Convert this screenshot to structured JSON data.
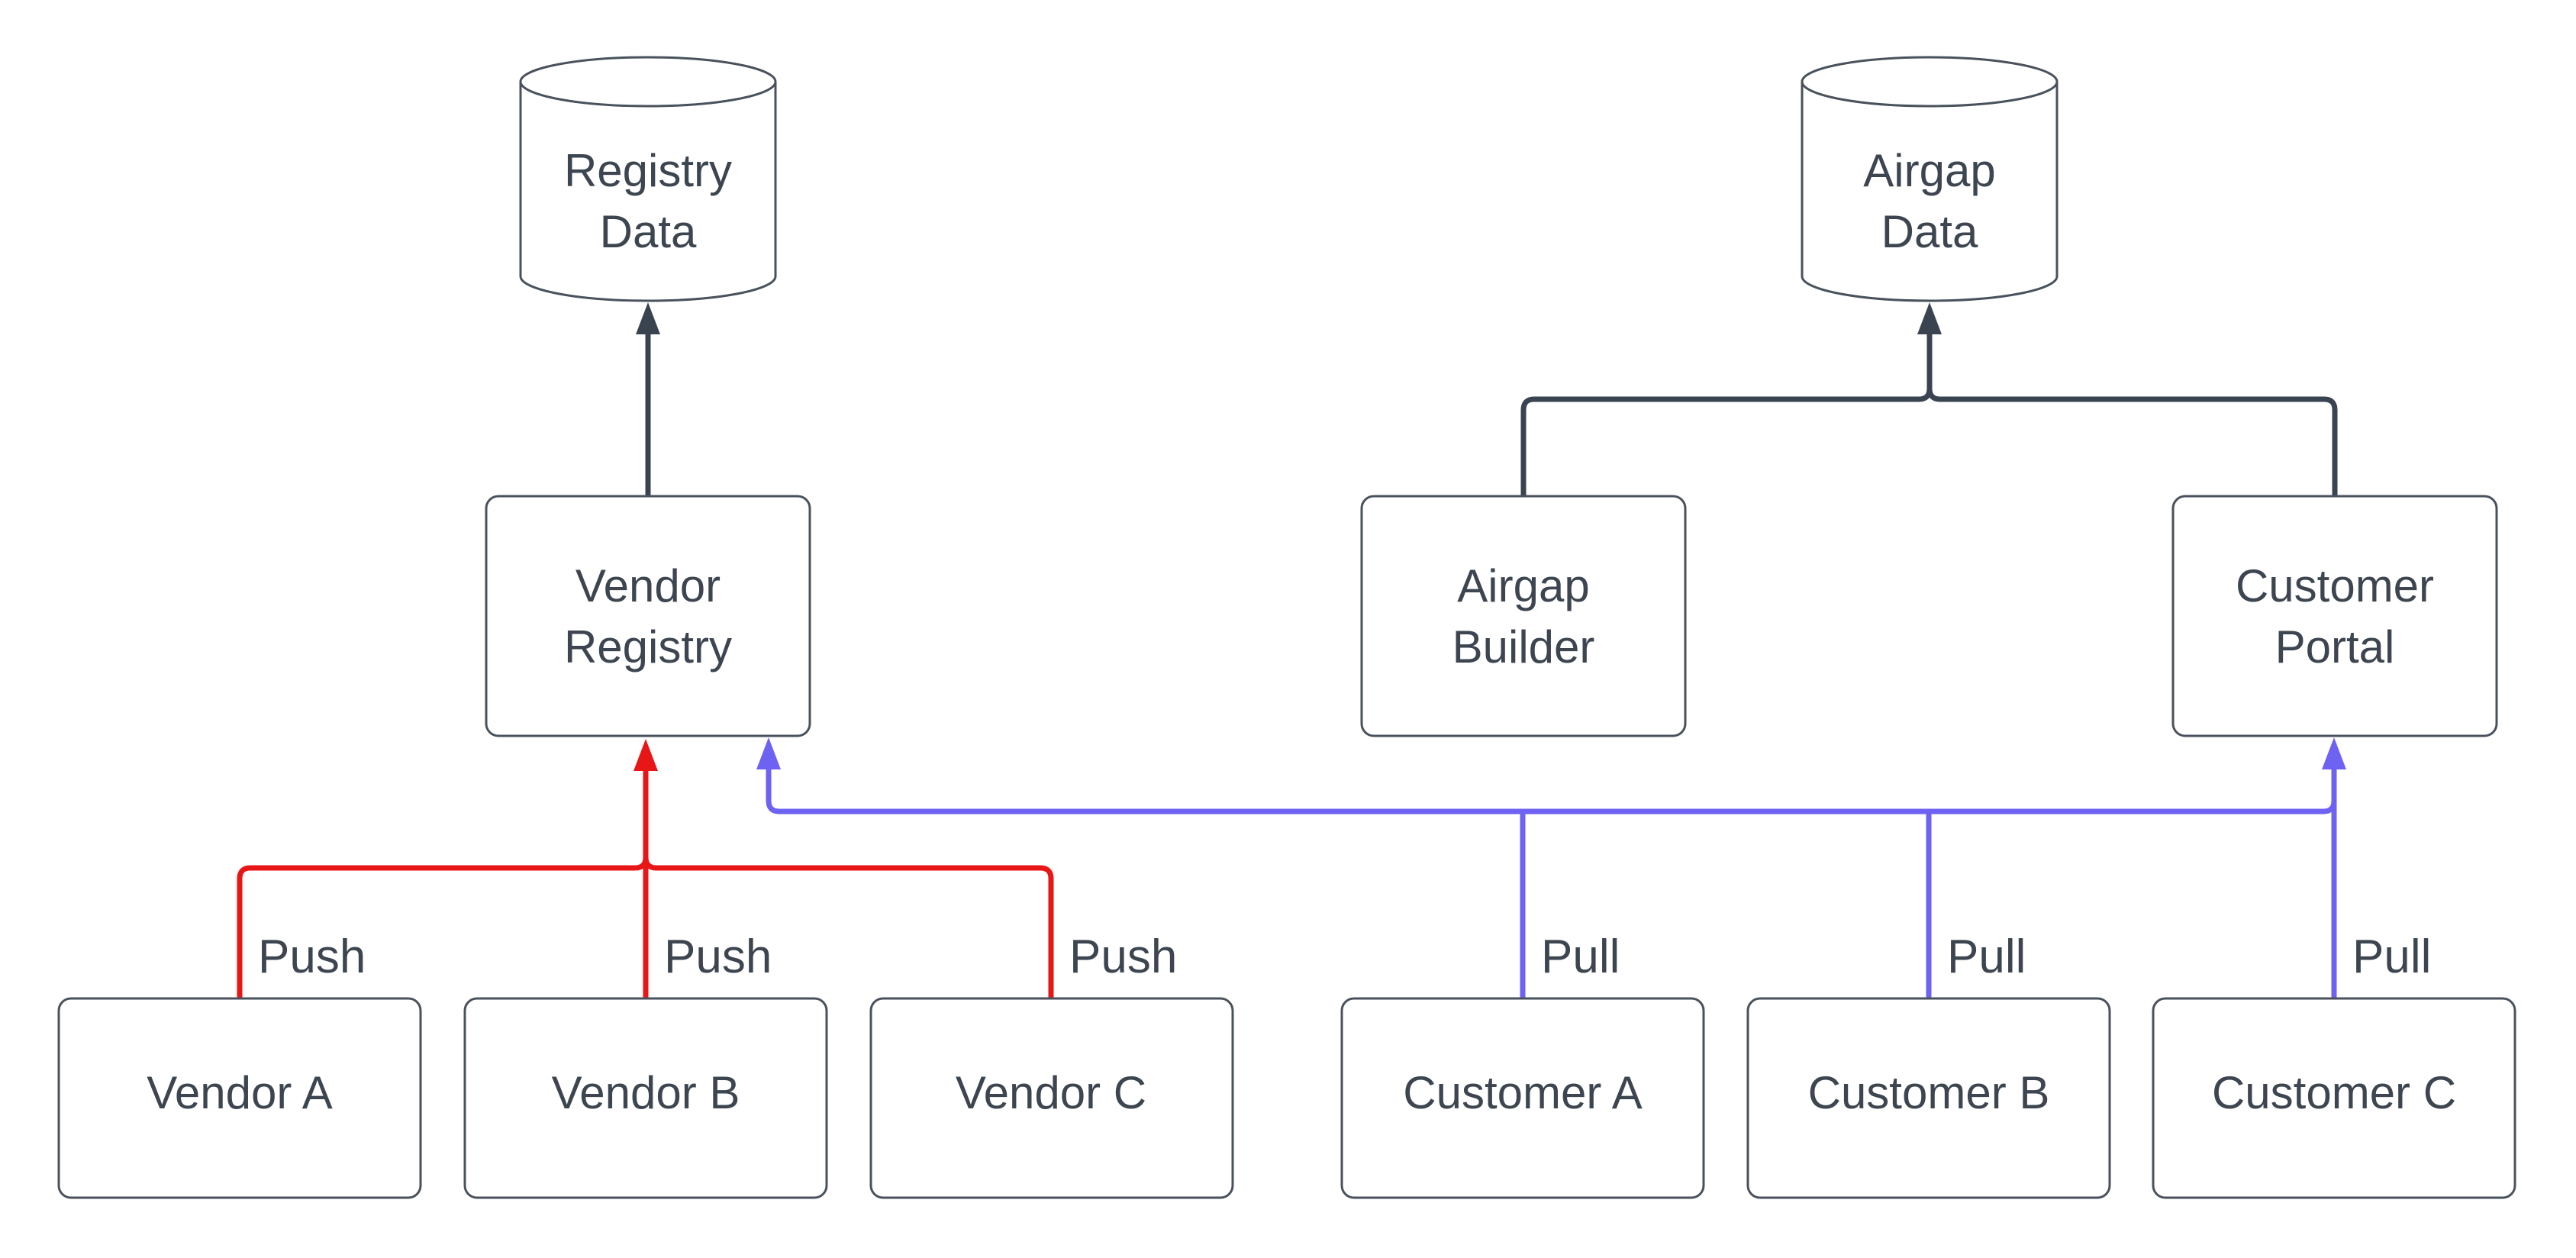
{
  "diagram": {
    "colors": {
      "background": "#ffffff",
      "dark_line": "#3a4450",
      "node_border": "#49525c",
      "text": "#3d4650",
      "push_red": "#e81717",
      "pull_blue": "#6e62f2"
    },
    "datastores": {
      "registry_data": {
        "line1": "Registry",
        "line2": "Data"
      },
      "airgap_data": {
        "line1": "Airgap",
        "line2": "Data"
      }
    },
    "services": {
      "vendor_registry": {
        "line1": "Vendor",
        "line2": "Registry"
      },
      "airgap_builder": {
        "line1": "Airgap",
        "line2": "Builder"
      },
      "customer_portal": {
        "line1": "Customer",
        "line2": "Portal"
      }
    },
    "vendors": {
      "a": {
        "label": "Vendor A"
      },
      "b": {
        "label": "Vendor B"
      },
      "c": {
        "label": "Vendor C"
      }
    },
    "customers": {
      "a": {
        "label": "Customer A"
      },
      "b": {
        "label": "Customer B"
      },
      "c": {
        "label": "Customer C"
      }
    },
    "edge_labels": {
      "push": "Push",
      "pull": "Pull"
    }
  }
}
